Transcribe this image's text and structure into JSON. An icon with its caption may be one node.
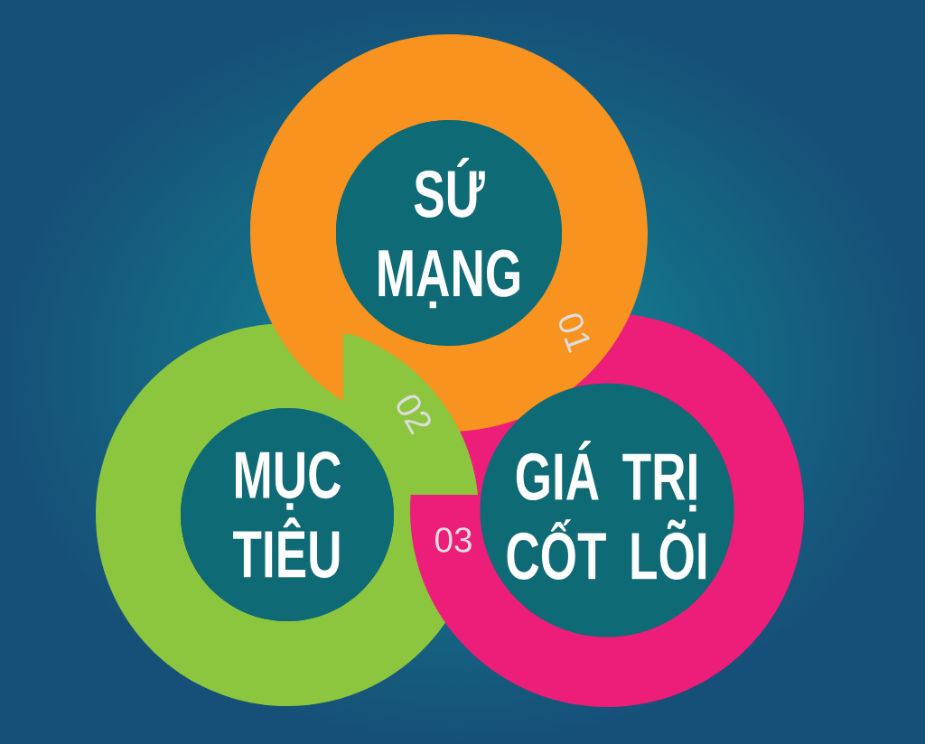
{
  "diagram": {
    "nodes": [
      {
        "text": [
          "SỨ MẠNG"
        ],
        "beside": [
          "01"
        ]
      },
      {
        "text": [
          "MỤC TIÊU"
        ],
        "beside": [
          "02"
        ]
      },
      {
        "text": [
          "GIÁ TRỊ CỐT LÕI"
        ],
        "beside": [
          "03"
        ]
      }
    ],
    "edges": []
  }
}
